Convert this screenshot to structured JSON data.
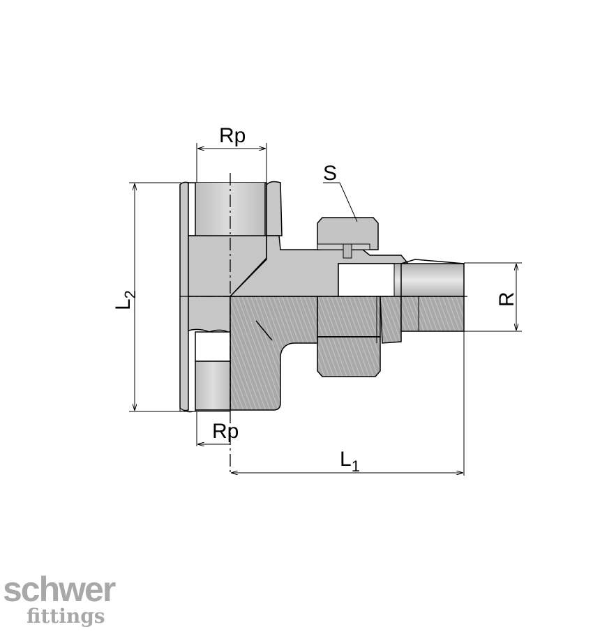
{
  "drawing": {
    "label_rp_top": "Rp",
    "label_rp_bottom": "Rp",
    "label_s": "S",
    "label_r": "R",
    "label_l1_main": "L",
    "label_l1_sub": "1",
    "label_l2_main": "L",
    "label_l2_sub": "2"
  },
  "logo": {
    "line1": "schwer",
    "line2": "fittings"
  },
  "colors": {
    "line": "#000000",
    "body_gray": "#c4c4c4",
    "dark_gray": "#9a9a9a",
    "light_gray": "#e4e4e4",
    "logo_gray": "#a8a8a8"
  }
}
